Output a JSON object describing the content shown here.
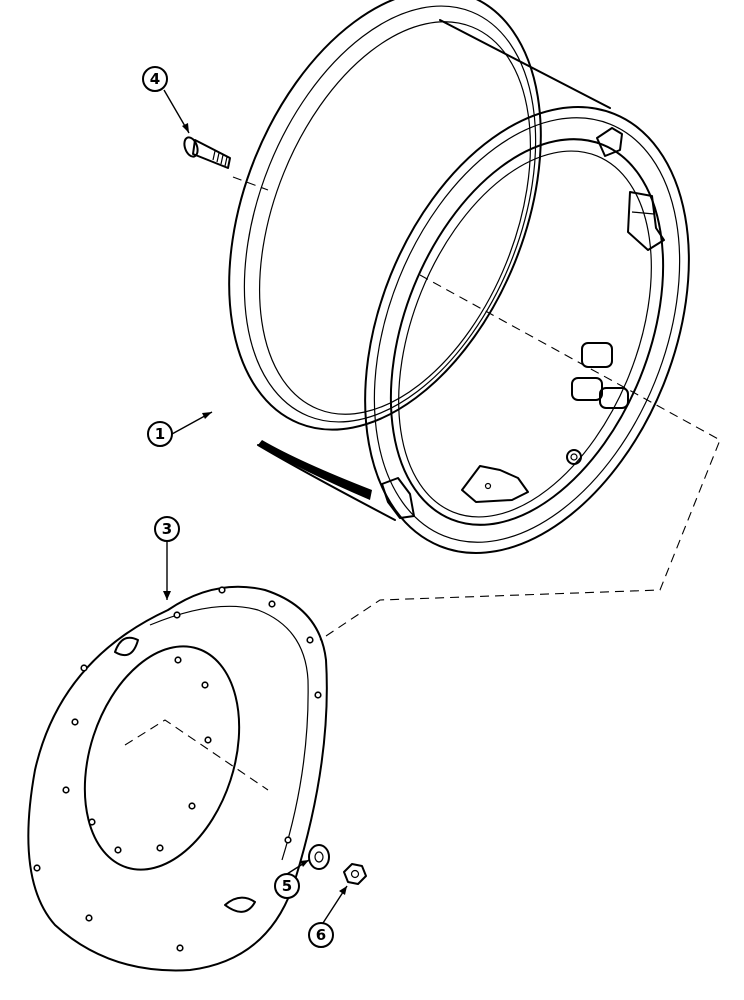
{
  "callouts": [
    {
      "id": "callout-1",
      "label": "1",
      "part": "wheel-rim"
    },
    {
      "id": "callout-3",
      "label": "3",
      "part": "wheel-disc"
    },
    {
      "id": "callout-4",
      "label": "4",
      "part": "bolt"
    },
    {
      "id": "callout-5",
      "label": "5",
      "part": "washer"
    },
    {
      "id": "callout-6",
      "label": "6",
      "part": "nut"
    }
  ],
  "style": {
    "line_color": "#000000",
    "background": "#ffffff"
  }
}
